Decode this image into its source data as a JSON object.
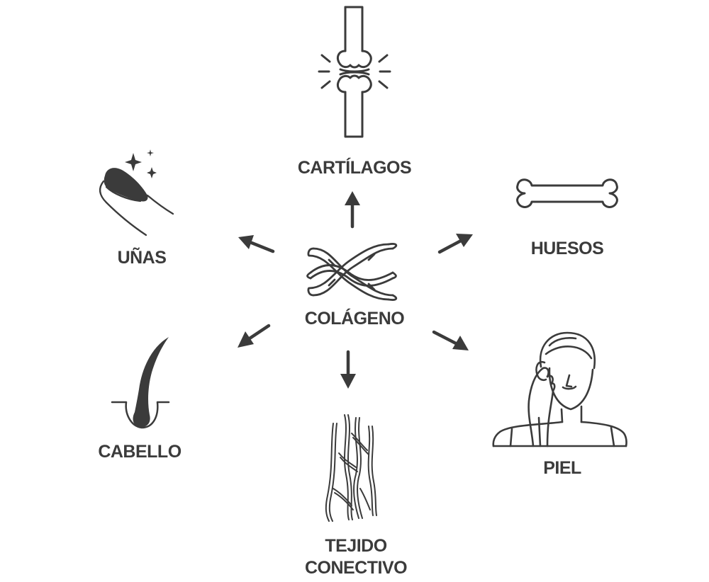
{
  "center": {
    "label": "COLÁGENO",
    "icon": "collagen-triple-helix-icon"
  },
  "nodes": [
    {
      "key": "cartilagos",
      "label": "CARTÍLAGOS",
      "icon": "cartilage-joint-icon"
    },
    {
      "key": "huesos",
      "label": "HUESOS",
      "icon": "bone-icon"
    },
    {
      "key": "piel",
      "label": "PIEL",
      "icon": "face-skin-icon"
    },
    {
      "key": "tejido",
      "label": "TEJIDO CONECTIVO",
      "icon": "connective-tissue-fibers-icon"
    },
    {
      "key": "cabello",
      "label": "CABELLO",
      "icon": "hair-follicle-icon"
    },
    {
      "key": "unas",
      "label": "UÑAS",
      "icon": "fingernail-icon"
    }
  ],
  "colors": {
    "ink": "#3b3b3b",
    "background": "#ffffff"
  }
}
